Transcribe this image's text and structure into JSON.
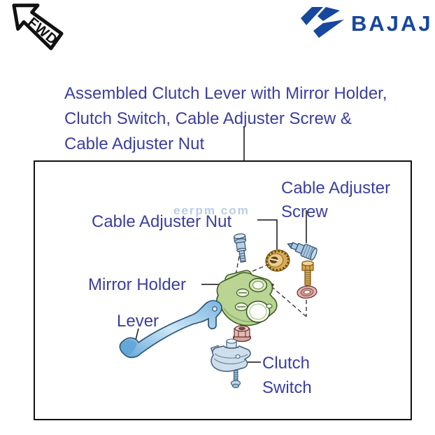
{
  "stamp": {
    "label": "FWD"
  },
  "brand": {
    "name": "BAJAJ",
    "color": "#17479e"
  },
  "title": {
    "color": "#3b3f9e",
    "lines": [
      "Assembled Clutch Lever with Mirror Holder,",
      "Clutch Switch, Cable Adjuster Screw &",
      "Cable Adjuster Nut"
    ]
  },
  "watermark": "eerpm com",
  "diagram": {
    "labels": {
      "cable_adjuster_screw": {
        "lines": [
          "Cable Adjuster",
          "Screw"
        ]
      },
      "cable_adjuster_nut": "Cable Adjuster Nut",
      "mirror_holder": "Mirror Holder",
      "lever": "Lever",
      "clutch_switch": {
        "lines": [
          "Clutch",
          "Switch"
        ]
      }
    },
    "parts": [
      "pivot-bolt",
      "cable-adjuster-nut",
      "cable-adjuster-screw",
      "hex-bolt",
      "washer",
      "mirror-holder",
      "lever",
      "hex-nut",
      "clutch-switch",
      "switch-screw"
    ],
    "colors": {
      "label_indigo": "#3b3f9e",
      "outline_black": "#111111",
      "part_green": "#b9d493",
      "part_blue": "#a9c9e4",
      "part_tan": "#e5c17c",
      "part_pink": "#e3b3ad",
      "part_steel": "#cfdeeb"
    }
  }
}
